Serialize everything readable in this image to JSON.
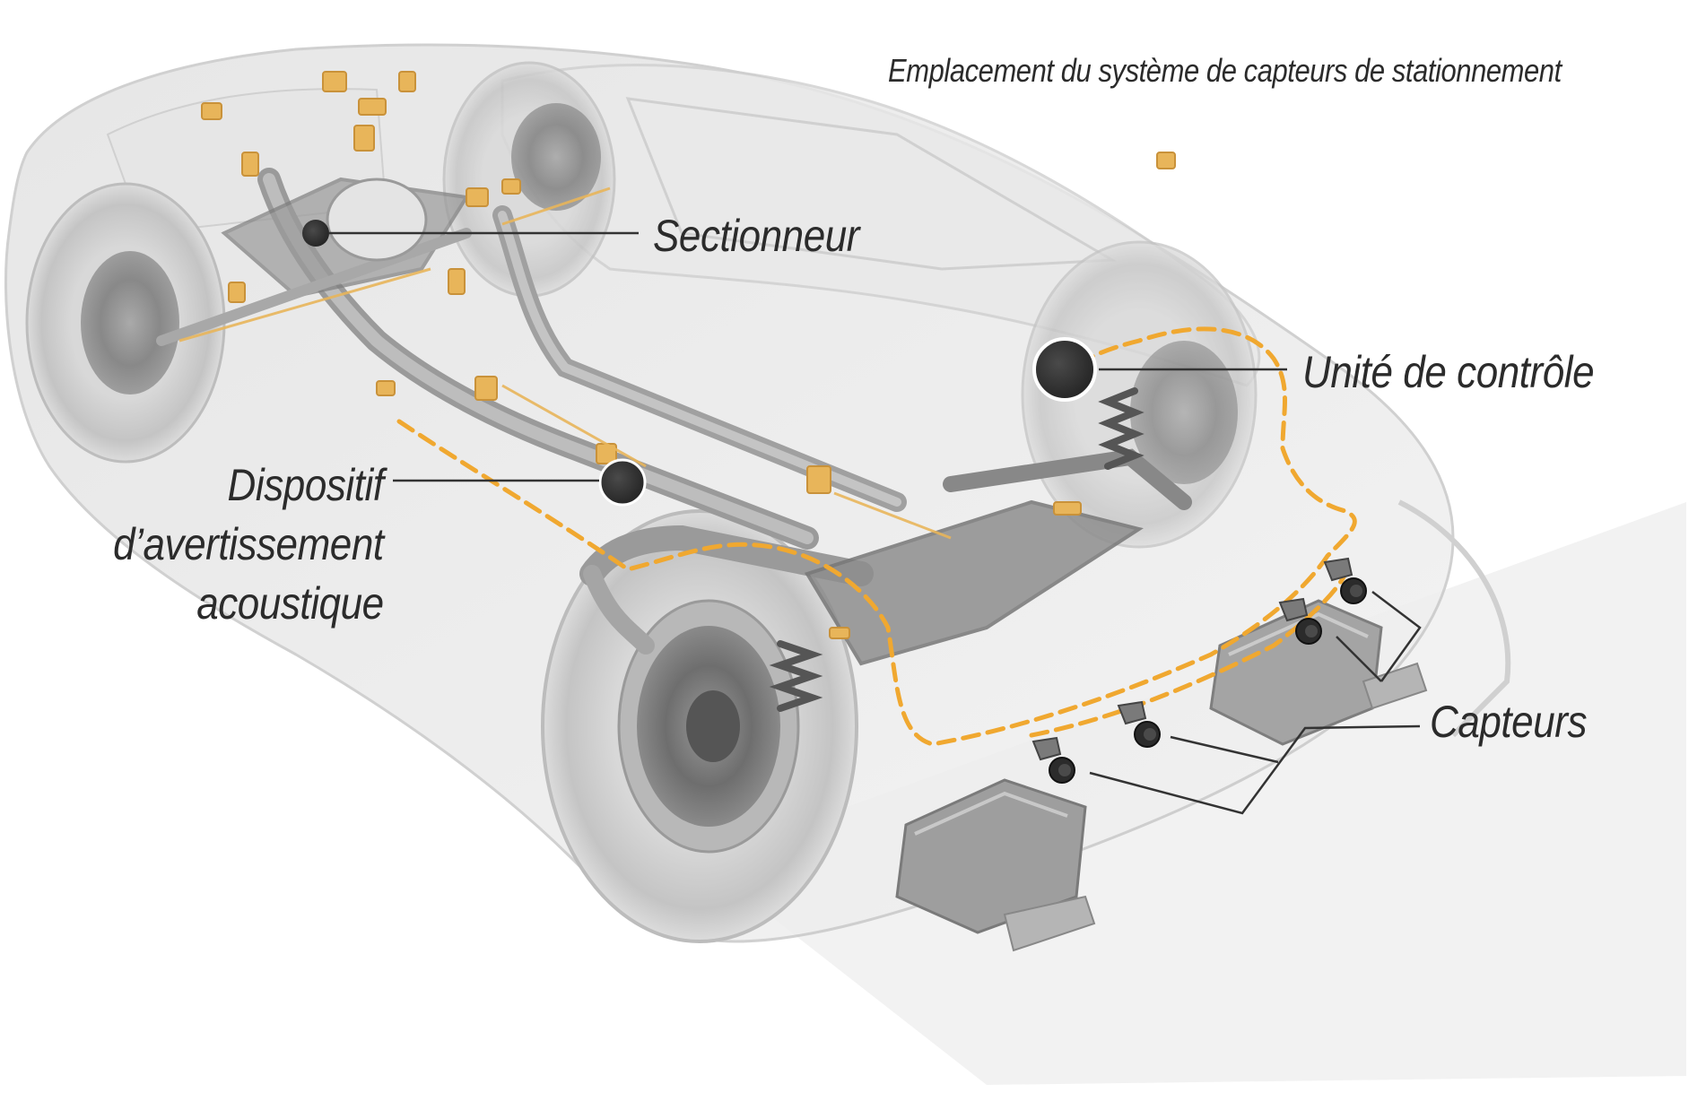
{
  "diagram": {
    "title": "Emplacement du système de capteurs de stationnement",
    "callouts": {
      "sectionneur": "Sectionneur",
      "unite": "Unité de contrôle",
      "avertissement": [
        "Dispositif",
        "d’avertissement",
        "acoustique"
      ],
      "capteurs": "Capteurs"
    },
    "colors": {
      "wiring": "#f0a830",
      "component": "#2e2e2e",
      "body": "#d6d6d6",
      "chassis": "#8c8c8c",
      "engine_parts": "#e8b55a"
    }
  }
}
